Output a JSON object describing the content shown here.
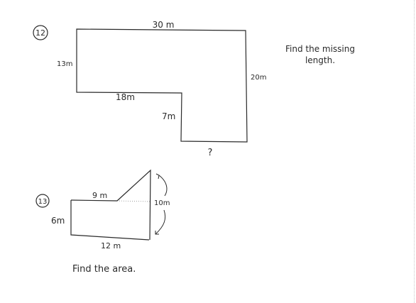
{
  "problem12": {
    "number": "12",
    "label_top": "30 m",
    "label_left": "13m",
    "label_right": "20m",
    "label_inner_horizontal": "18m",
    "label_inner_vertical": "7m",
    "label_bottom": "?",
    "instruction_line1": "Find the missing",
    "instruction_line2": "length."
  },
  "problem13": {
    "number": "13",
    "label_top": "9 m",
    "label_left": "6m",
    "label_right": "10m",
    "label_bottom": "12 m",
    "instruction": "Find the area."
  },
  "colors": {
    "ink": "#2a2a2a",
    "paper": "#ffffff"
  }
}
